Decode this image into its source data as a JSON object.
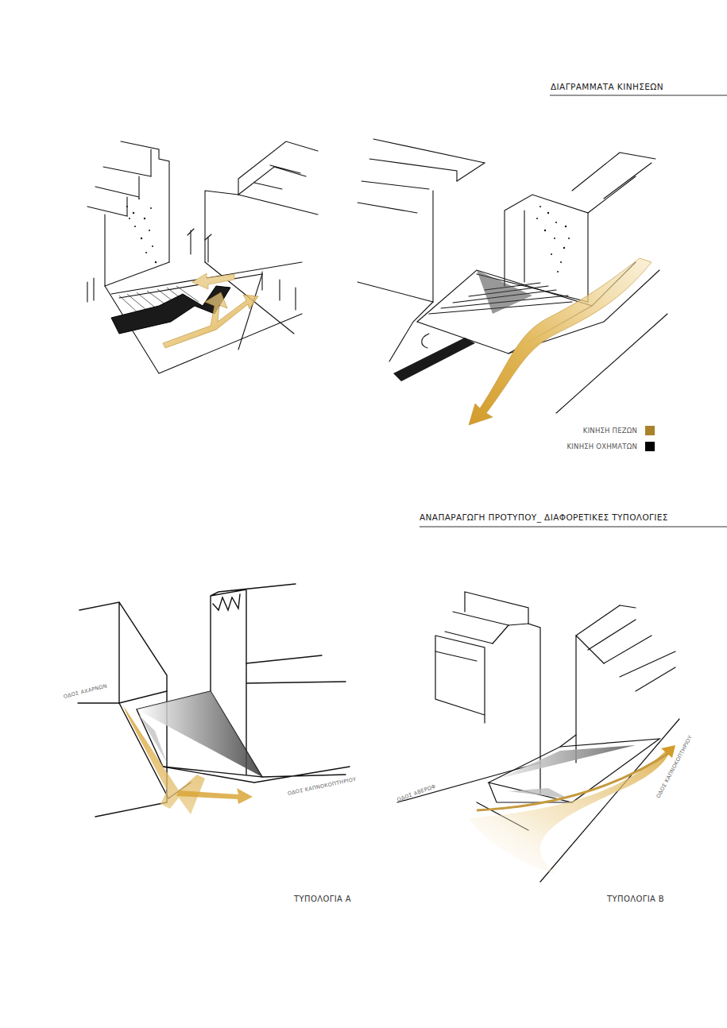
{
  "diagram": {
    "title": "ΔΙΑΓΡΑΜΜΑΤΑ ΚΙΝΗΣΕΩΝ",
    "labels": [
      "ΑΝΑΠΑΡΑΓΩΓΗ ΠΡΟΤΥΠΟΥ_ ΔΙΑΦΟΡΕΤΙΚΕΣ ΤΥΠΟΛΟΓΙΕΣ",
      "ΟΔΟΣ ΑΧΑΡΝΩΝ",
      "ΟΔΟΣ ΚΑΠΝΟΚΟΠΤΗΡΙΟΥ",
      "ΤΥΠΟΛΟΓΙΑ Α",
      "ΟΔΟΣ ΑΒΕΡΩΦ",
      "ΟΔΟΣ ΚΑΠΝΟΚΟΠΤΗΡΙΟΥ",
      "ΤΥΠΟΛΟΓΙΑ Β"
    ],
    "legend": [
      {
        "text": "ΚΙΝΗΣΗ ΠΕΖΩΝ",
        "color": "#a8832c"
      },
      {
        "text": "ΚΙΝΗΣΗ ΟΧΗΜΑΤΩΝ",
        "color": "#000000"
      }
    ]
  }
}
